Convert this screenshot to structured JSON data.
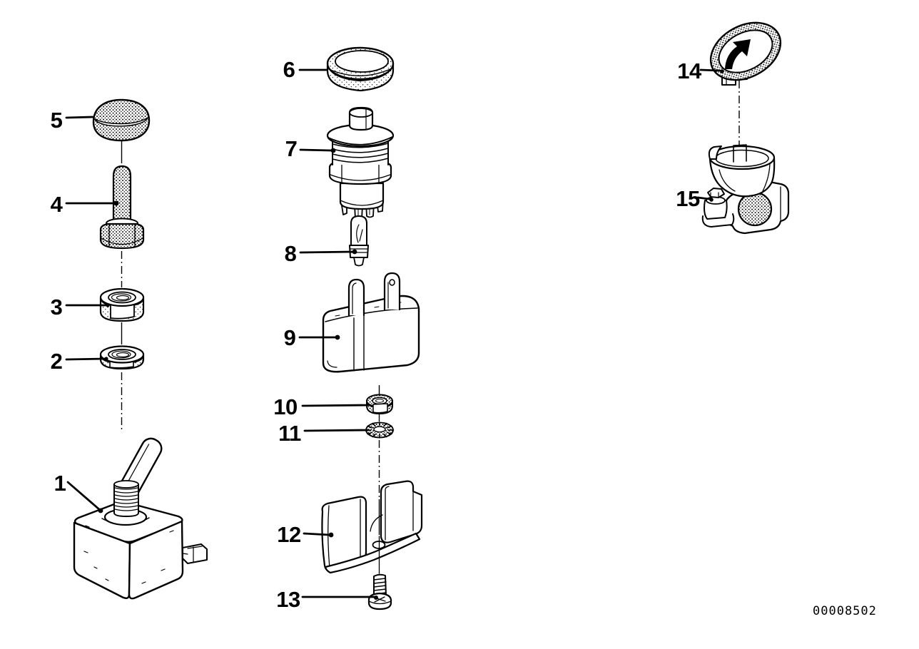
{
  "diagram": {
    "number": "00008502",
    "callouts": [
      {
        "label": "1"
      },
      {
        "label": "2"
      },
      {
        "label": "3"
      },
      {
        "label": "4"
      },
      {
        "label": "5"
      },
      {
        "label": "6"
      },
      {
        "label": "7"
      },
      {
        "label": "8"
      },
      {
        "label": "9"
      },
      {
        "label": "10"
      },
      {
        "label": "11"
      },
      {
        "label": "12"
      },
      {
        "label": "13"
      },
      {
        "label": "14"
      },
      {
        "label": "15"
      }
    ],
    "line_color": "#000000",
    "background_color": "#ffffff"
  }
}
